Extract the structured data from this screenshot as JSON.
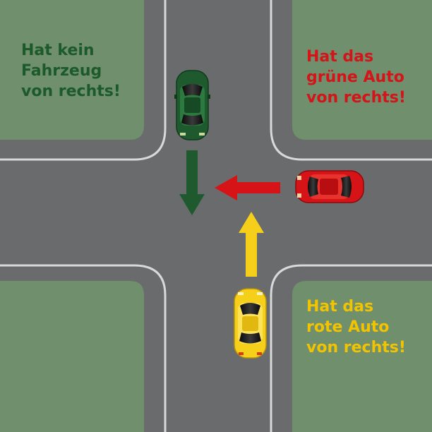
{
  "colors": {
    "grass": "#6f8f6d",
    "road": "#6a6b6d",
    "curb": "#d9d9d9",
    "green_car": "#1e5a2e",
    "red_car": "#d61418",
    "yellow_car": "#f5cf1a",
    "green_text": "#1c5a2c",
    "red_text": "#d41418",
    "yellow_text": "#f2c300"
  },
  "labels": {
    "green_car": [
      "Hat kein",
      "Fahrzeug",
      "von rechts!"
    ],
    "red_car": [
      "Hat das",
      "grüne Auto",
      "von rechts!"
    ],
    "yellow_car": [
      "Hat das",
      "rote Auto",
      "von rechts!"
    ]
  },
  "cars": [
    {
      "name": "green",
      "heading": "south",
      "turn": "straight"
    },
    {
      "name": "red",
      "heading": "west",
      "turn": "straight"
    },
    {
      "name": "yellow",
      "heading": "north",
      "turn": "straight"
    }
  ]
}
